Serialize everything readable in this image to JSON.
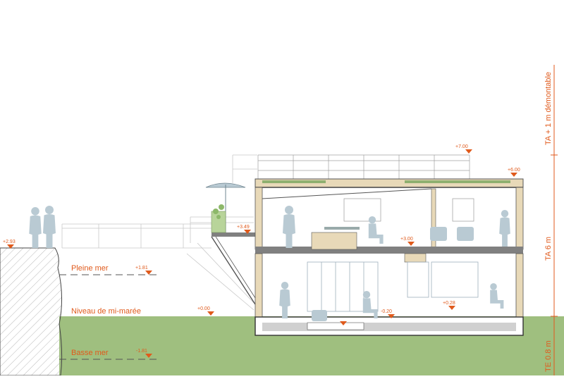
{
  "colors": {
    "accent": "#e05a1c",
    "ground": "#9fbf7f",
    "person": "#b9cad3",
    "wood": "#e8d9b8",
    "structure": "#808080"
  },
  "tide_labels": {
    "pleine_mer": "Pleine mer",
    "mi_maree": "Niveau de mi-marée",
    "basse_mer": "Basse mer"
  },
  "levels": {
    "cliff": "+2.93",
    "pleine_mer": "+1.81",
    "zero": "+0.00",
    "basse_mer": "-1.81",
    "terrace": "+3.49",
    "upper_floor": "+3.00",
    "lower_sunken": "-0.20",
    "lower_raised": "+0.28",
    "roof_parapet": "+7.00",
    "roof": "+6.00"
  },
  "dimensions": {
    "ta_demontable": "TA + 1 m démontable",
    "ta": "TA 6 m",
    "te": "TE 0.8 m"
  }
}
